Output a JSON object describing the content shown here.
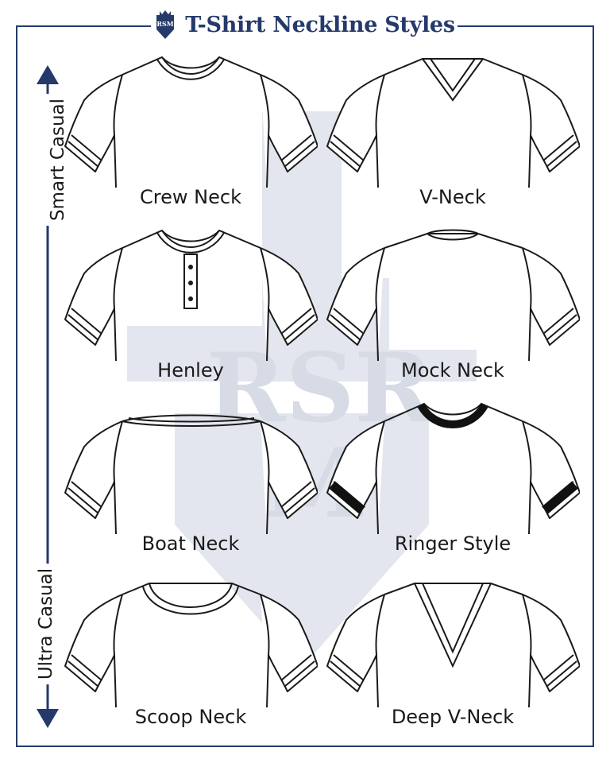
{
  "header": {
    "title": "T-Shirt Neckline Styles",
    "logo_icon": "rsm-crest-icon",
    "brand_color": "#253a6b"
  },
  "scale": {
    "top_label": "Smart Casual",
    "bottom_label": "Ultra Casual"
  },
  "styles": [
    {
      "label": "Crew Neck"
    },
    {
      "label": "V-Neck"
    },
    {
      "label": "Henley"
    },
    {
      "label": "Mock Neck"
    },
    {
      "label": "Boat Neck"
    },
    {
      "label": "Ringer Style"
    },
    {
      "label": "Scoop Neck"
    },
    {
      "label": "Deep V-Neck"
    }
  ],
  "colors": {
    "outline": "#1a1a1a",
    "ringer_trim": "#111111",
    "watermark": "#e3e6ee",
    "frame": "#253a6b"
  }
}
